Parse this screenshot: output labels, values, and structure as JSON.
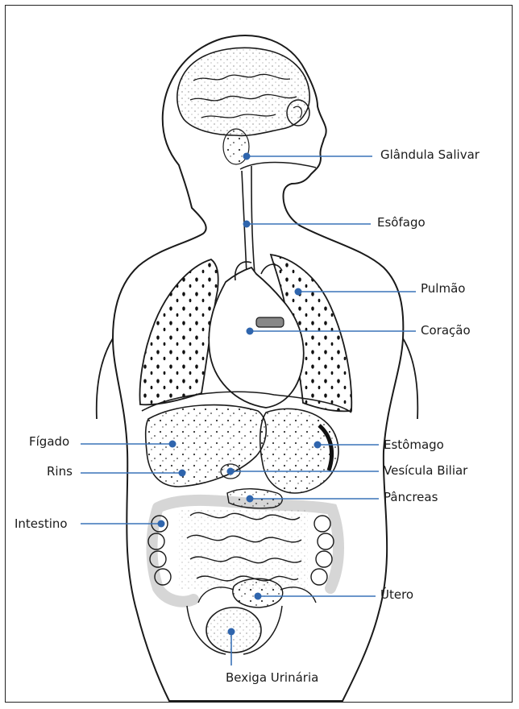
{
  "colors": {
    "leader_line": "#3a73b8",
    "dot": "#2f65ad",
    "ink": "#1a1a1a"
  },
  "labels": {
    "glandula_salivar": "Glândula Salivar",
    "esofago": "Esôfago",
    "pulmao": "Pulmão",
    "coracao": "Coração",
    "estomago": "Estômago",
    "vesicula_biliar": "Vesícula Biliar",
    "pancreas": "Pâncreas",
    "utero": "Útero",
    "figado": "Fígado",
    "rins": "Rins",
    "intestino": "Intestino",
    "bexiga_urinaria": "Bexiga Urinária"
  }
}
